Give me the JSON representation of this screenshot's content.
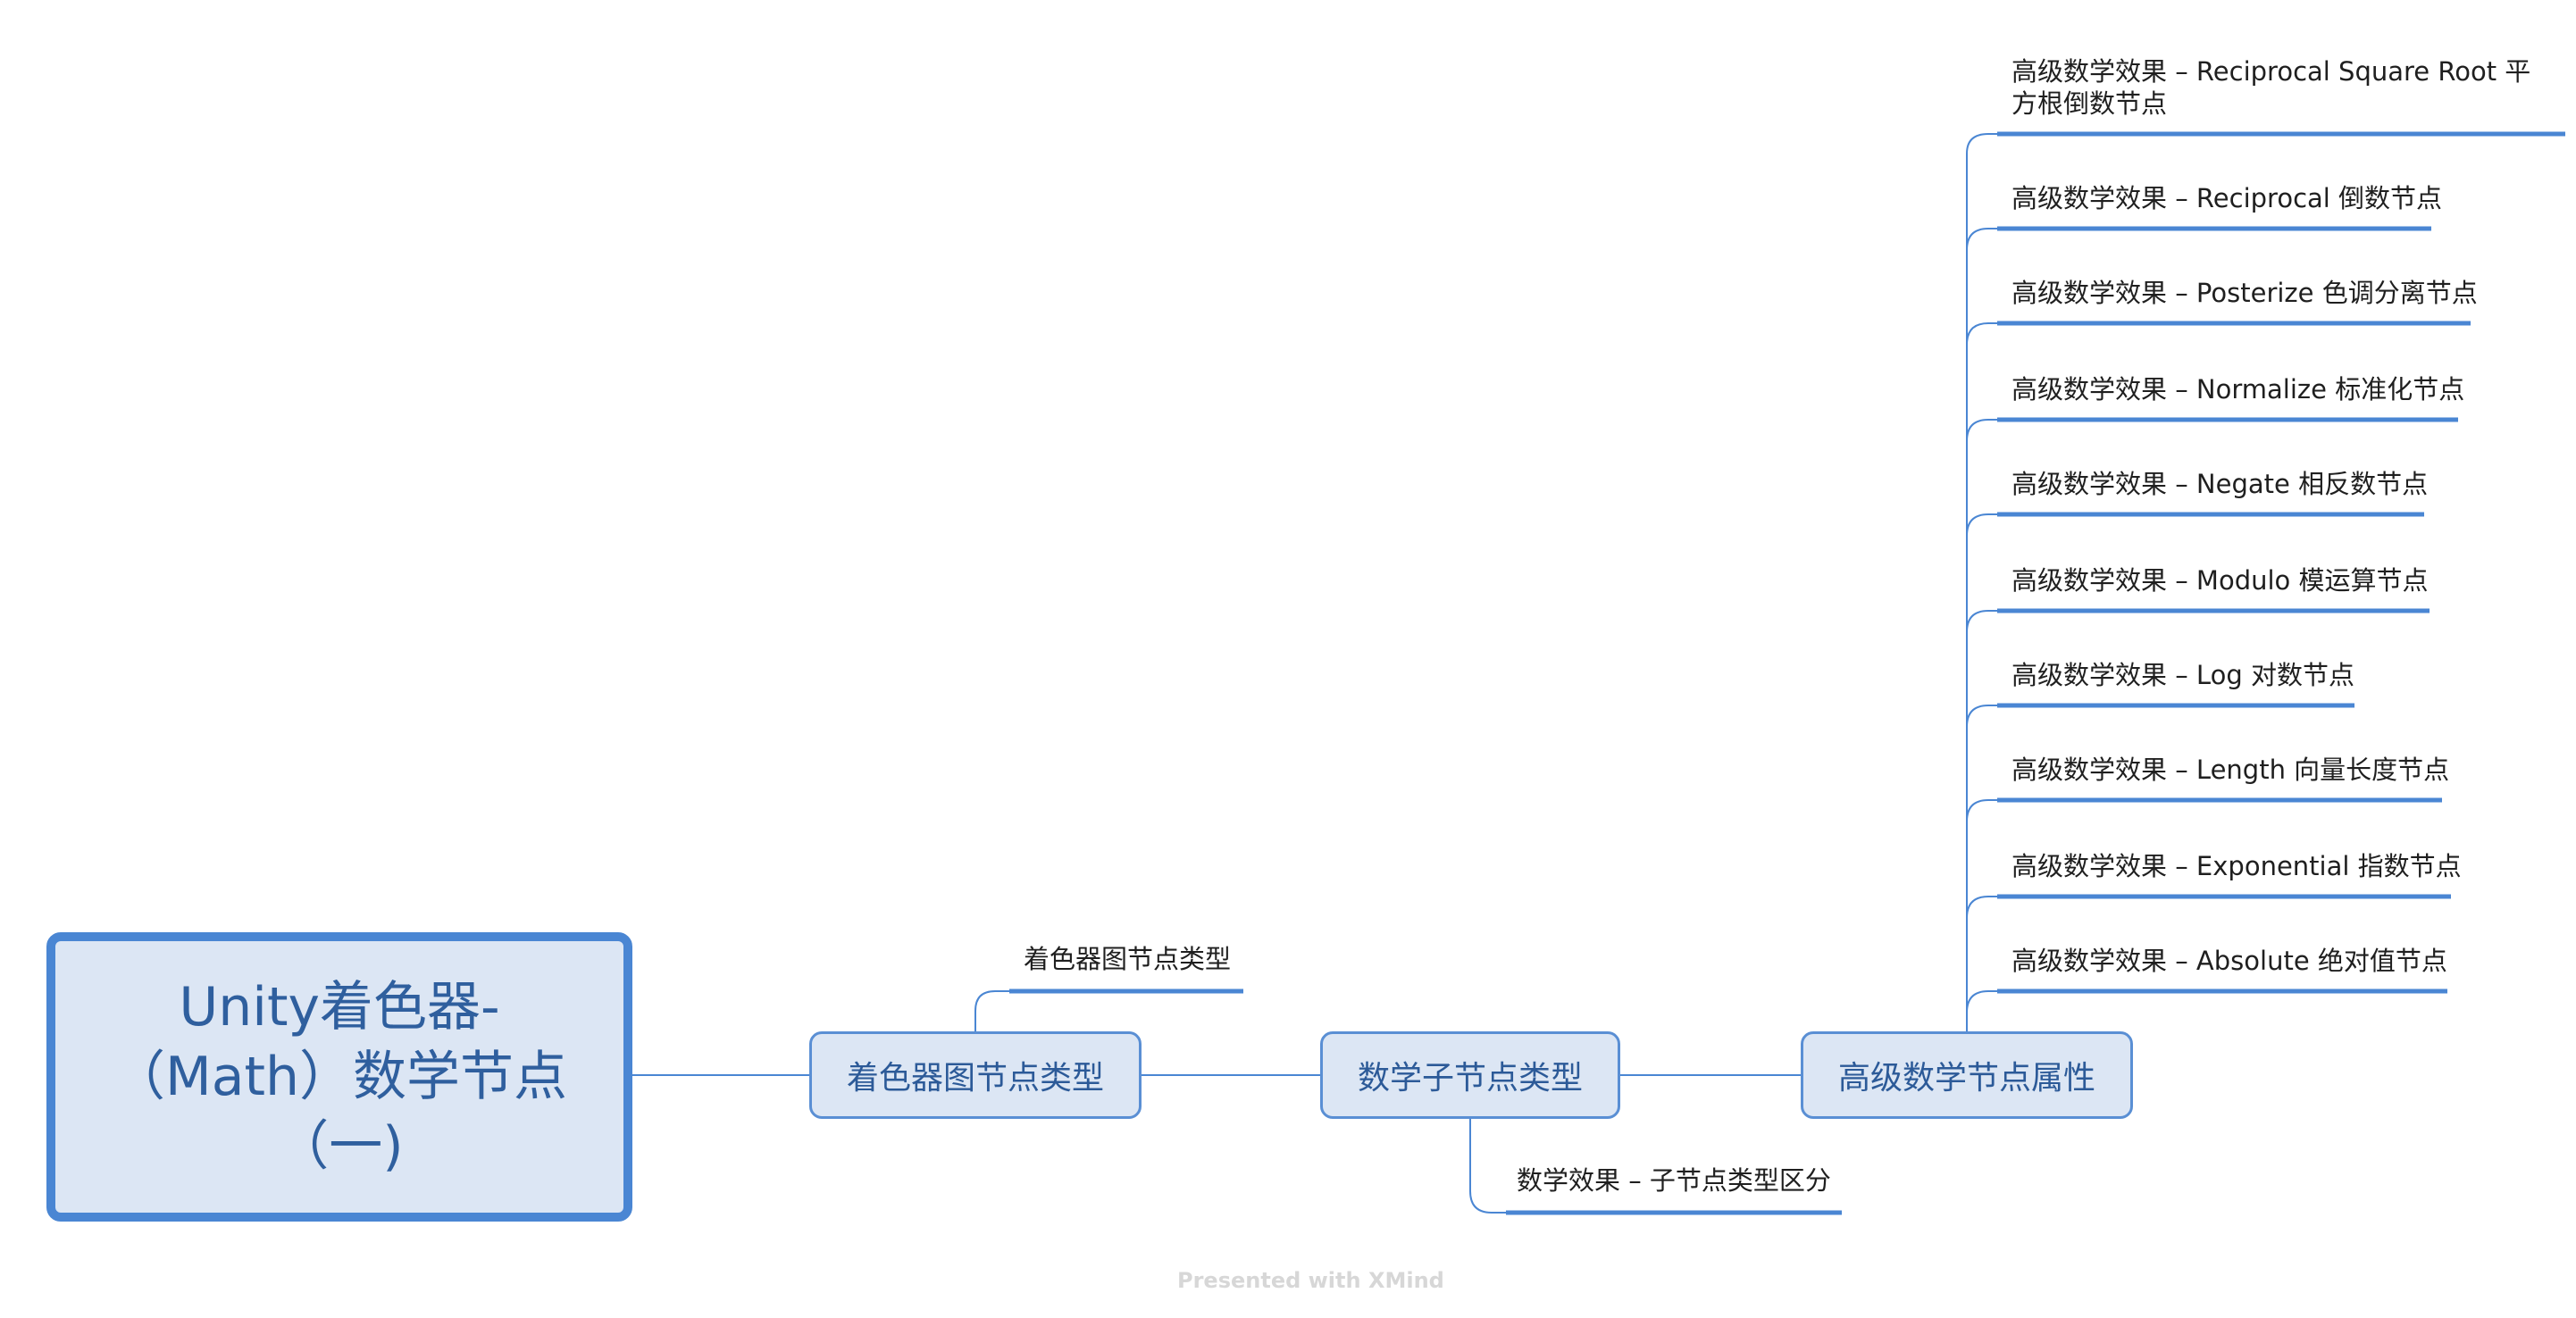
{
  "central_topic": {
    "label": "Unity着色器-（Math）数学节点（一)"
  },
  "branches": [
    {
      "label": "着色器图节点类型",
      "subtopics": [
        "着色器图节点类型"
      ]
    },
    {
      "label": "数学子节点类型",
      "subtopics": [
        "数学效果 – 子节点类型区分"
      ]
    },
    {
      "label": "高级数学节点属性",
      "subtopics": [
        "高级数学效果 – Reciprocal Square Root 平方根倒数节点",
        "高级数学效果 – Reciprocal 倒数节点",
        "高级数学效果 – Posterize 色调分离节点",
        "高级数学效果 – Normalize 标准化节点",
        "高级数学效果 – Negate 相反数节点",
        "高级数学效果 – Modulo 模运算节点",
        "高级数学效果 – Log 对数节点",
        "高级数学效果 – Length 向量长度节点",
        "高级数学效果 – Exponential 指数节点",
        "高级数学效果 – Absolute 绝对值节点"
      ]
    }
  ],
  "footer": {
    "watermark": "Presented with XMind"
  },
  "colors": {
    "line": "#4a86d3",
    "node_fill": "#dce6f4",
    "node_border": "#5a8fd4",
    "node_text": "#2f5597"
  }
}
